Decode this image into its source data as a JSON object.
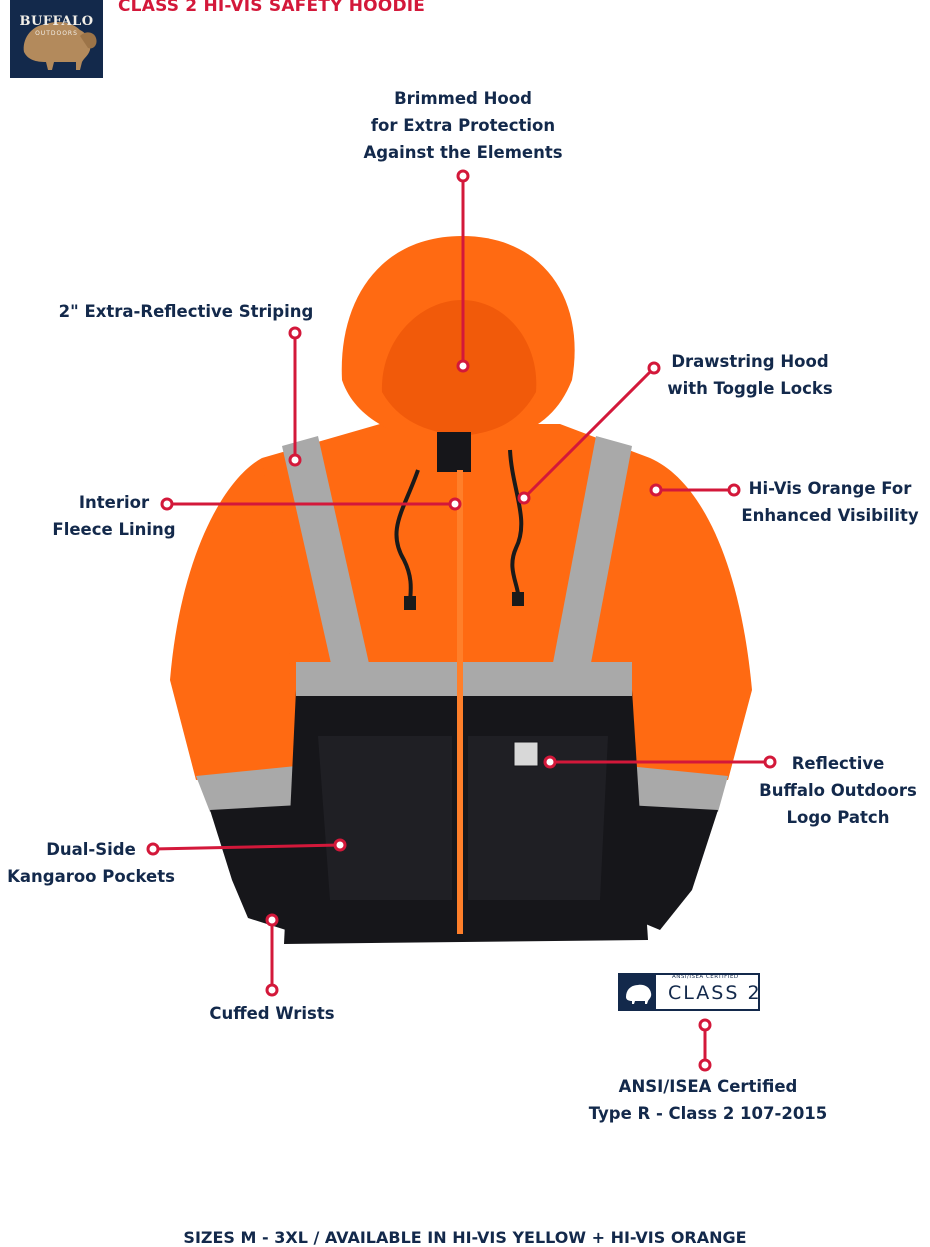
{
  "header": {
    "title": "CLASS 2 HI-VIS SAFETY HOODIE",
    "logo_text": "BUFFALO",
    "logo_subtext": "OUTDOORS"
  },
  "callouts": {
    "hood": [
      "Brimmed Hood",
      "for Extra Protection",
      "Against the Elements"
    ],
    "striping": [
      "2\" Extra-Reflective Striping"
    ],
    "drawstring": [
      "Drawstring Hood",
      "with Toggle Locks"
    ],
    "fleece": [
      "Interior",
      "Fleece Lining"
    ],
    "hivis": [
      "Hi-Vis Orange For",
      "Enhanced Visibility"
    ],
    "patch": [
      "Reflective",
      "Buffalo Outdoors",
      "Logo Patch"
    ],
    "pockets": [
      "Dual-Side",
      "Kangaroo Pockets"
    ],
    "wrists": [
      "Cuffed Wrists"
    ],
    "certified": [
      "ANSI/ISEA Certified",
      "Type R - Class 2 107-2015"
    ]
  },
  "badge": {
    "top_text": "ANSI/ISEA CERTIFIED",
    "class_text": "CLASS 2"
  },
  "footer": {
    "text": "SIZES M - 3XL / AVAILABLE IN HI-VIS YELLOW + HI-VIS ORANGE"
  },
  "colors": {
    "accent_red": "#d3183a",
    "navy": "#13294b",
    "hivis_orange": "#ff6a12",
    "reflective_gray": "#a9a9a9",
    "hoodie_black": "#16161a"
  }
}
